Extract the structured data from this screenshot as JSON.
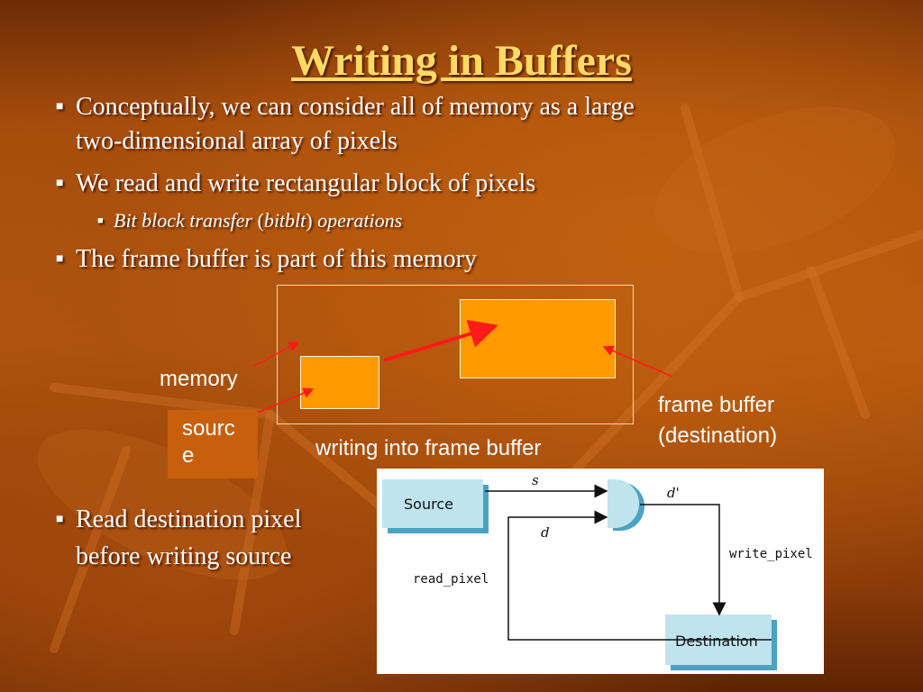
{
  "title": "Writing in Buffers",
  "bullets": [
    {
      "line1": "Conceptually, we can consider all of memory as a large",
      "line2": "two-dimensional array of pixels"
    },
    {
      "line1": "We read and write rectangular block of pixels"
    },
    {
      "sub_parts": [
        "Bit block transfer",
        " (",
        "bitblt",
        ") ",
        "operations"
      ]
    },
    {
      "line1": "The frame buffer is part of this memory"
    },
    {
      "line1": "Read destination pixel",
      "line2": "before writing source"
    }
  ],
  "figure": {
    "memory_label": "memory",
    "source_label_line1": "sourc",
    "source_label_line2": "e",
    "frame_buffer_line1": "frame buffer",
    "frame_buffer_line2": "(destination)",
    "caption": "writing into frame buffer"
  },
  "diagram": {
    "source": "Source",
    "destination": "Destination",
    "s": "s",
    "d": "d",
    "d_prime": "d'",
    "write_pixel": "write_pixel",
    "read_pixel": "read_pixel"
  }
}
